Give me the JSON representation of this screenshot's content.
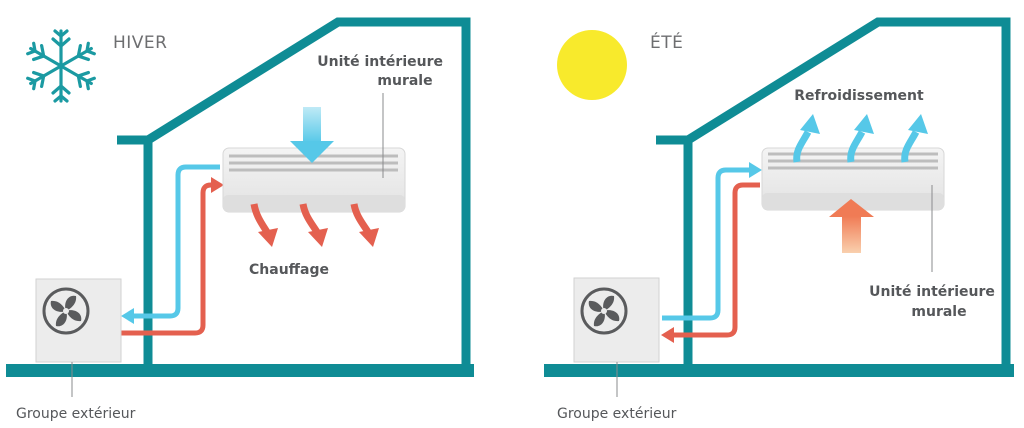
{
  "winter": {
    "season": "HIVER",
    "indoor_unit_line1": "Unité intérieure",
    "indoor_unit_line2": "murale",
    "mode": "Chauffage",
    "outdoor_unit": "Groupe extérieur",
    "icon": "snowflake-icon"
  },
  "summer": {
    "season": "ÉTÉ",
    "indoor_unit_line1": "Unité intérieure",
    "indoor_unit_line2": "murale",
    "mode": "Refroidissement",
    "outdoor_unit": "Groupe extérieur",
    "icon": "sun-icon"
  },
  "colors": {
    "house": "#0f8c95",
    "cold": "#56c8e8",
    "hot": "#e4604f",
    "sun": "#f8ea2c",
    "unit": "#eeeeee",
    "text": "#55575a"
  }
}
